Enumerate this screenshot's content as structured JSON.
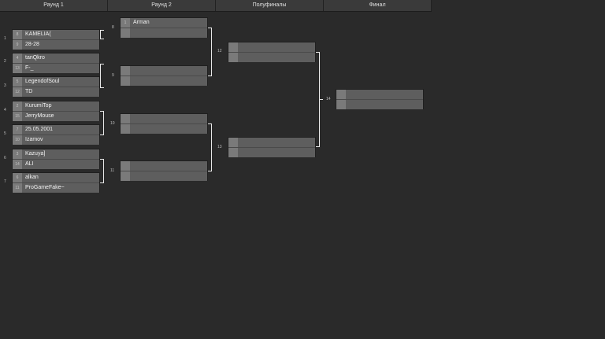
{
  "rounds": [
    "Раунд 1",
    "Раунд 2",
    "Полуфиналы",
    "Финал"
  ],
  "round1": [
    {
      "number": "1",
      "p1": {
        "seed": "8",
        "name": "KAMELIA("
      },
      "p2": {
        "seed": "9",
        "name": "28-28"
      }
    },
    {
      "number": "2",
      "p1": {
        "seed": "4",
        "name": "tanQkro"
      },
      "p2": {
        "seed": "13",
        "name": "F-_"
      }
    },
    {
      "number": "3",
      "p1": {
        "seed": "5",
        "name": "LegendofSoul"
      },
      "p2": {
        "seed": "12",
        "name": "TD"
      }
    },
    {
      "number": "4",
      "p1": {
        "seed": "2",
        "name": "KurumiTop"
      },
      "p2": {
        "seed": "15",
        "name": "JerryMouse"
      }
    },
    {
      "number": "5",
      "p1": {
        "seed": "7",
        "name": "25.05.2001"
      },
      "p2": {
        "seed": "10",
        "name": "Izamov"
      }
    },
    {
      "number": "6",
      "p1": {
        "seed": "3",
        "name": "Kazuya]"
      },
      "p2": {
        "seed": "14",
        "name": "ALI"
      }
    },
    {
      "number": "7",
      "p1": {
        "seed": "6",
        "name": "alkan"
      },
      "p2": {
        "seed": "11",
        "name": "ProGameFake~"
      }
    }
  ],
  "round2": [
    {
      "number": "8",
      "p1": {
        "seed": "1",
        "name": "Arman"
      },
      "p2": {
        "seed": "",
        "name": ""
      }
    },
    {
      "number": "9",
      "p1": {
        "seed": "",
        "name": ""
      },
      "p2": {
        "seed": "",
        "name": ""
      }
    },
    {
      "number": "10",
      "p1": {
        "seed": "",
        "name": ""
      },
      "p2": {
        "seed": "",
        "name": ""
      }
    },
    {
      "number": "11",
      "p1": {
        "seed": "",
        "name": ""
      },
      "p2": {
        "seed": "",
        "name": ""
      }
    }
  ],
  "semifinals": [
    {
      "number": "12",
      "p1": {
        "seed": "",
        "name": ""
      },
      "p2": {
        "seed": "",
        "name": ""
      }
    },
    {
      "number": "13",
      "p1": {
        "seed": "",
        "name": ""
      },
      "p2": {
        "seed": "",
        "name": ""
      }
    }
  ],
  "final": [
    {
      "number": "14",
      "p1": {
        "seed": "",
        "name": ""
      },
      "p2": {
        "seed": "",
        "name": ""
      }
    }
  ]
}
